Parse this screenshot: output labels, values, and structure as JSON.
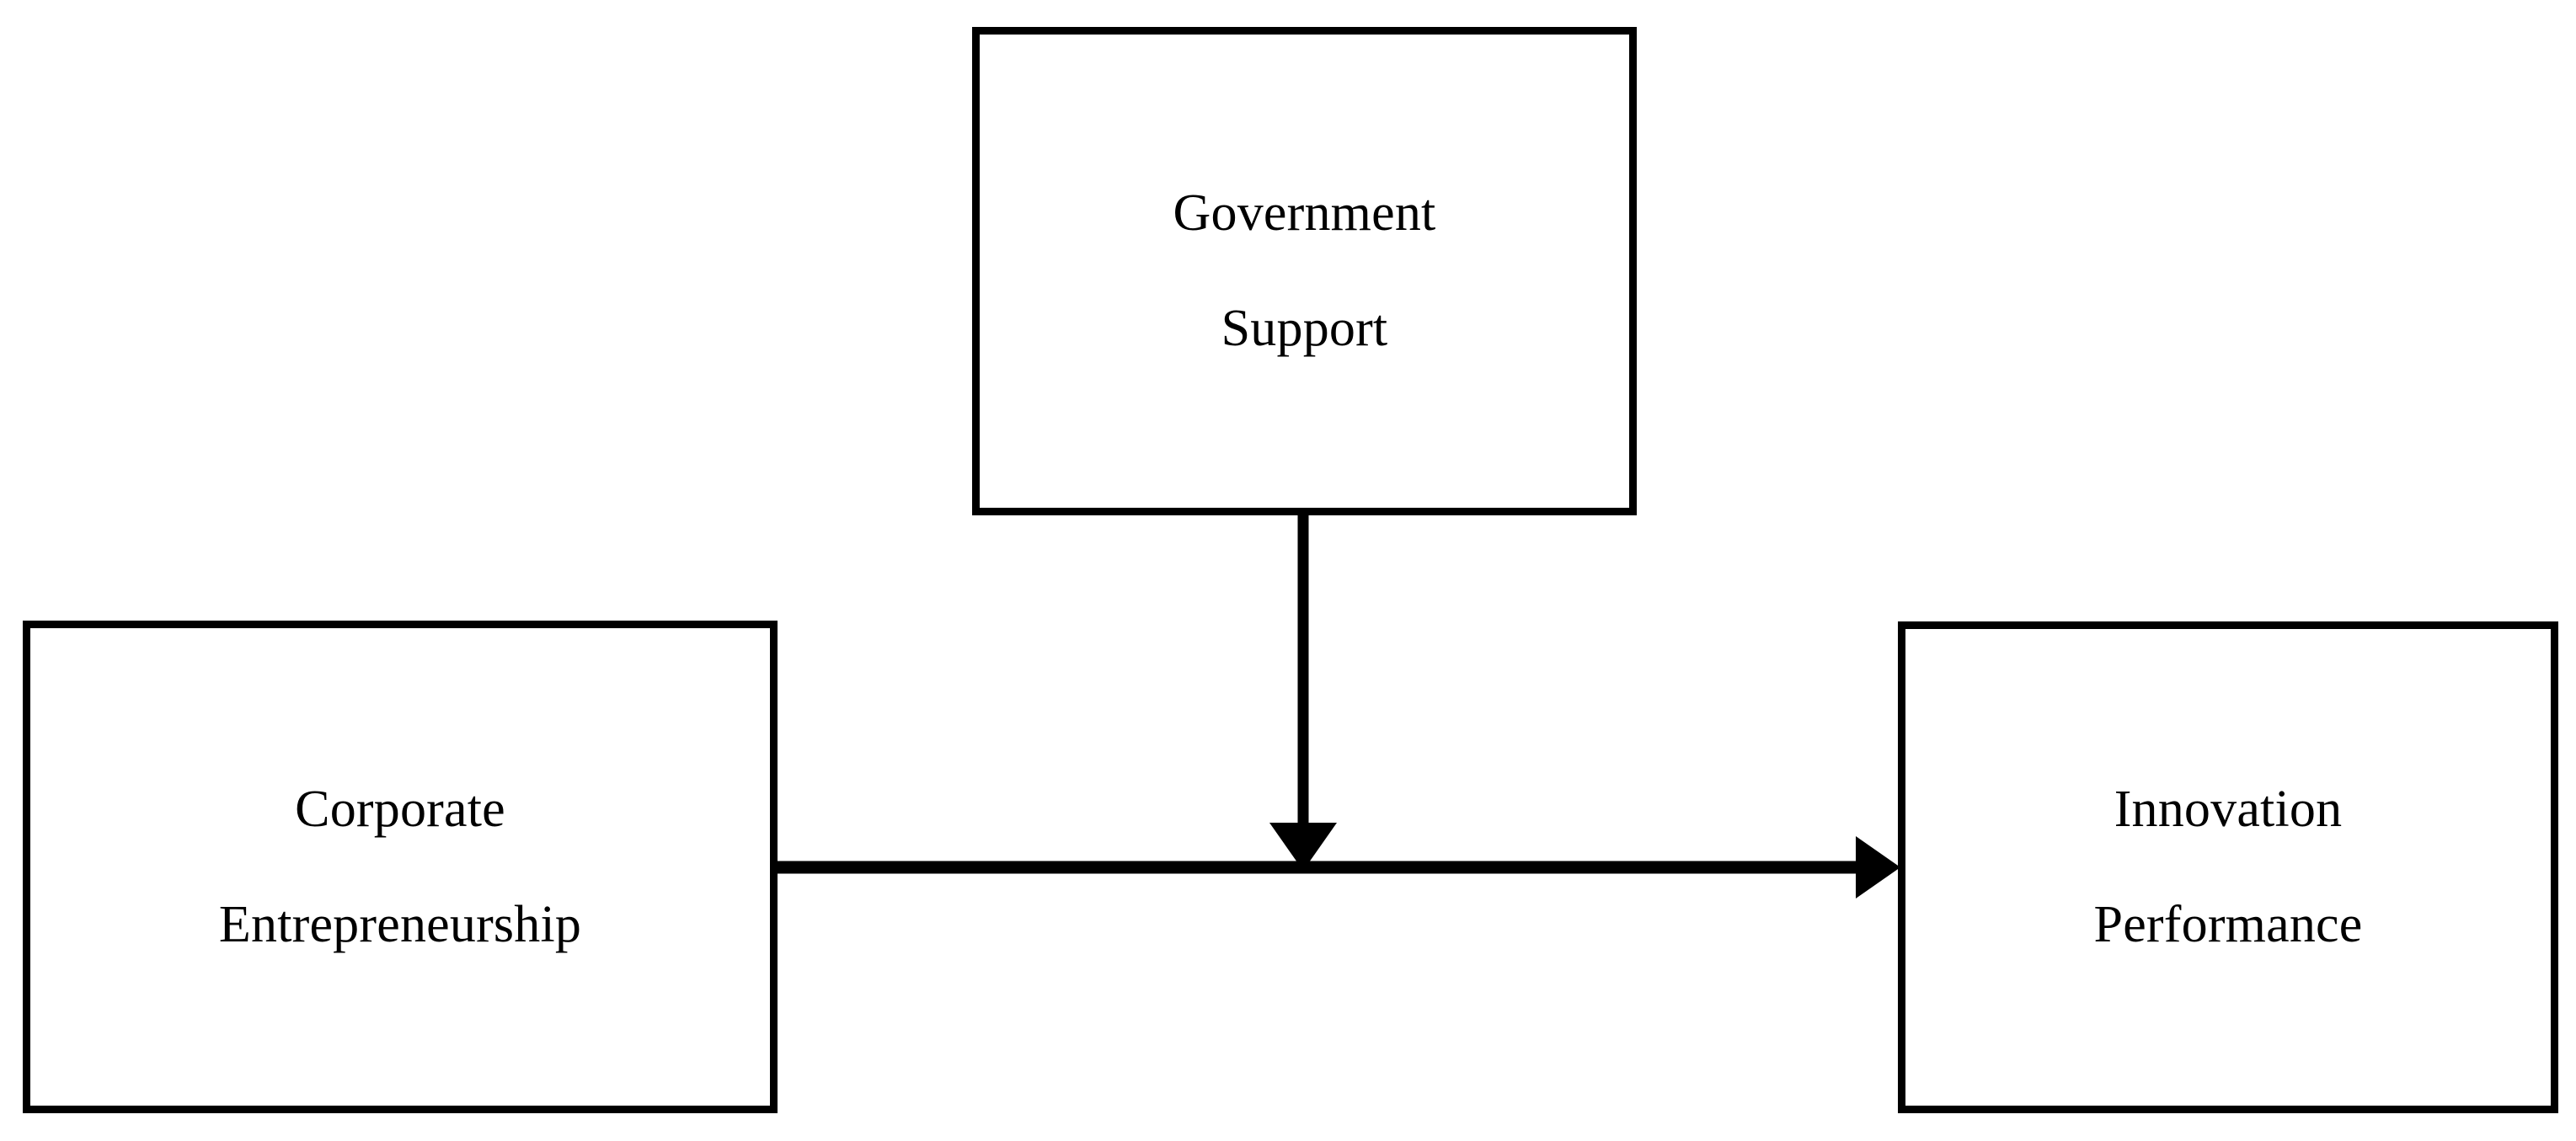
{
  "diagram": {
    "type": "moderation-model",
    "background_color": "#ffffff",
    "line_color": "#000000",
    "text_color": "#000000",
    "nodes": [
      {
        "id": "government-support",
        "lines": [
          "Government",
          "Support"
        ],
        "role": "moderator"
      },
      {
        "id": "corporate-entrepreneurship",
        "lines": [
          "Corporate",
          "Entrepreneurship"
        ],
        "role": "independent-variable"
      },
      {
        "id": "innovation-performance",
        "lines": [
          "Innovation",
          "Performance"
        ],
        "role": "dependent-variable"
      }
    ],
    "edges": [
      {
        "id": "ce-to-ip",
        "from": "corporate-entrepreneurship",
        "to": "innovation-performance",
        "direction": "horizontal-right",
        "arrowhead": "filled-triangle",
        "label": ""
      },
      {
        "id": "gs-to-ce-ip-path",
        "from": "government-support",
        "to": "ce-to-ip",
        "direction": "vertical-down",
        "arrowhead": "filled-triangle",
        "label": ""
      }
    ]
  }
}
